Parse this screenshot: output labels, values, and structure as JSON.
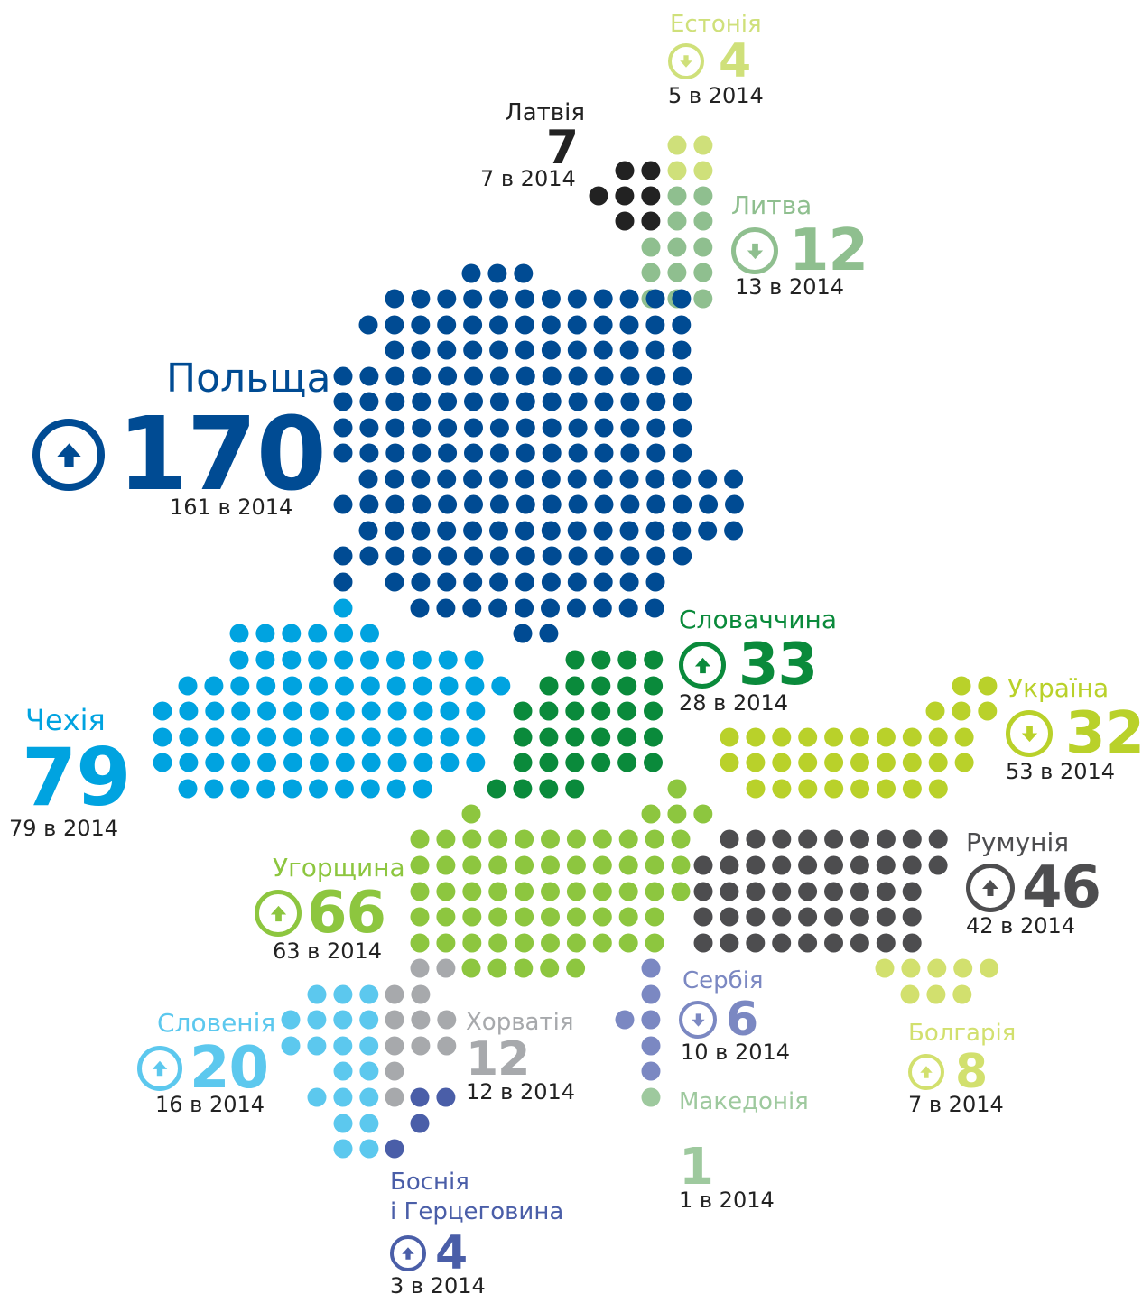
{
  "countries": [
    {
      "key": "poland",
      "name": "Польща",
      "value": "170",
      "previous": "161 в 2014",
      "trend": "up",
      "color": "#004b93"
    },
    {
      "key": "czech",
      "name": "Чехія",
      "value": "79",
      "previous": "79 в 2014",
      "trend": "none",
      "color": "#00a3e0"
    },
    {
      "key": "slovakia",
      "name": "Словаччина",
      "value": "33",
      "previous": "28 в 2014",
      "trend": "up",
      "color": "#0a8a3b"
    },
    {
      "key": "ukraine",
      "name": "Україна",
      "value": "32",
      "previous": "53 в 2014",
      "trend": "down",
      "color": "#b9d12a"
    },
    {
      "key": "hungary",
      "name": "Угорщина",
      "value": "66",
      "previous": "63 в 2014",
      "trend": "up",
      "color": "#8dc63f"
    },
    {
      "key": "romania",
      "name": "Румунія",
      "value": "46",
      "previous": "42 в 2014",
      "trend": "up",
      "color": "#4d4d4f"
    },
    {
      "key": "estonia",
      "name": "Естонія",
      "value": "4",
      "previous": "5 в 2014",
      "trend": "down",
      "color": "#cfe07a"
    },
    {
      "key": "latvia",
      "name": "Латвія",
      "value": "7",
      "previous": "7 в 2014",
      "trend": "none",
      "color": "#222222"
    },
    {
      "key": "lithuania",
      "name": "Литва",
      "value": "12",
      "previous": "13 в 2014",
      "trend": "down",
      "color": "#8fbf8f"
    },
    {
      "key": "slovenia",
      "name": "Словенія",
      "value": "20",
      "previous": "16 в 2014",
      "trend": "up",
      "color": "#5cc8ee"
    },
    {
      "key": "croatia",
      "name": "Хорватія",
      "value": "12",
      "previous": "12 в 2014",
      "trend": "none",
      "color": "#a7a9ac"
    },
    {
      "key": "serbia",
      "name": "Сербія",
      "value": "6",
      "previous": "10 в 2014",
      "trend": "down",
      "color": "#7b88c2"
    },
    {
      "key": "bulgaria",
      "name": "Болгарія",
      "value": "8",
      "previous": "7 в 2014",
      "trend": "up",
      "color": "#d2e06e"
    },
    {
      "key": "macedonia",
      "name": "Македонія",
      "value": "1",
      "previous": "1 в 2014",
      "trend": "none",
      "color": "#9ec99e"
    },
    {
      "key": "bosnia",
      "name": "Боснія\nі Герцеговина",
      "value": "4",
      "previous": "3 в 2014",
      "trend": "up",
      "color": "#4a5ea8"
    }
  ]
}
